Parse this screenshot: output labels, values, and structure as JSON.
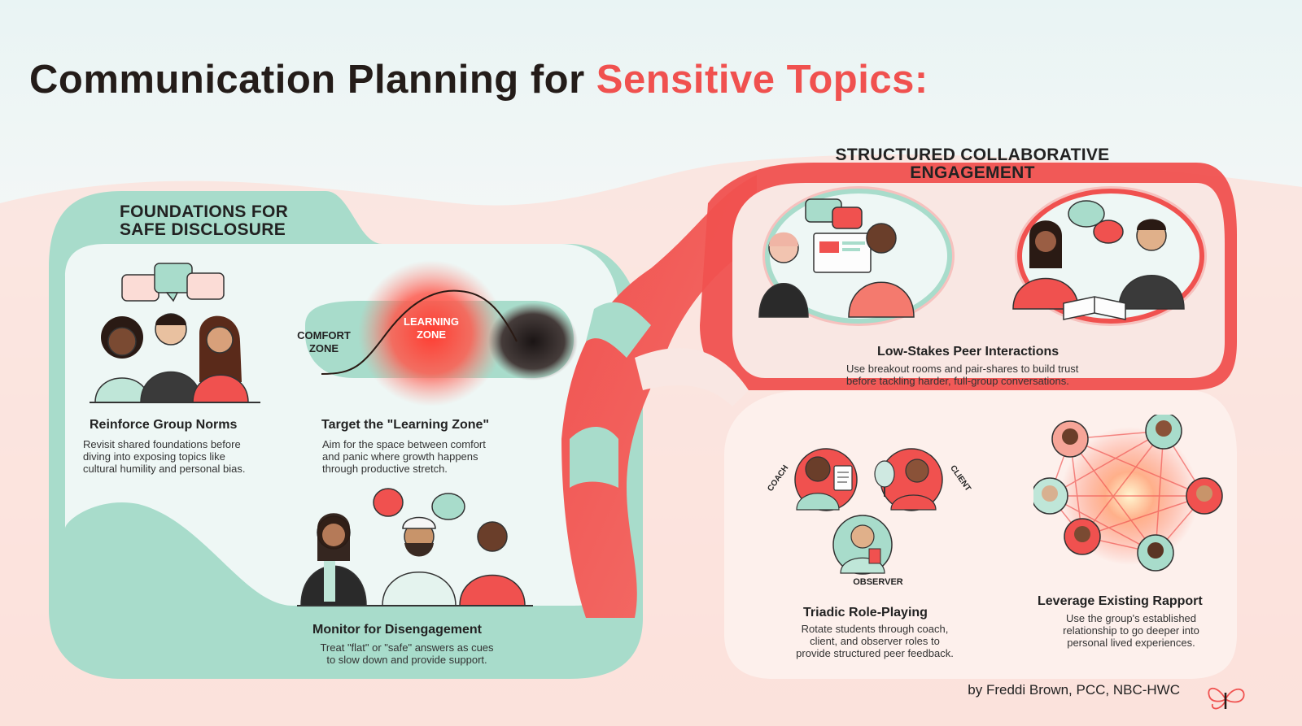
{
  "title": {
    "part1": "Communication Planning for",
    "part2": "Sensitive Topics:"
  },
  "left_section": {
    "heading_line1": "FOUNDATIONS FOR",
    "heading_line2": "SAFE DISCLOSURE",
    "cards": {
      "norms": {
        "title": "Reinforce Group Norms",
        "desc_lines": [
          "Revisit shared foundations before",
          "diving into exposing topics like",
          "cultural humility and personal bias."
        ]
      },
      "learning_zone": {
        "title": "Target the \"Learning Zone\"",
        "desc_lines": [
          "Aim for the space between comfort",
          "and panic where growth happens",
          "through productive stretch."
        ],
        "comfort_line1": "COMFORT",
        "comfort_line2": "ZONE",
        "learning_line1": "LEARNING",
        "learning_line2": "ZONE"
      },
      "disengagement": {
        "title": "Monitor for Disengagement",
        "desc_lines": [
          "Treat \"flat\" or \"safe\" answers as cues",
          "to slow down and provide support."
        ]
      }
    }
  },
  "right_section": {
    "heading_line1": "STRUCTURED COLLABORATIVE",
    "heading_line2": "ENGAGEMENT",
    "cards": {
      "peer": {
        "title": "Low-Stakes Peer Interactions",
        "desc_lines": [
          "Use breakout rooms and pair-shares to build trust",
          "before tackling harder, full-group conversations."
        ]
      },
      "triadic": {
        "title": "Triadic Role-Playing",
        "desc_lines": [
          "Rotate students through coach,",
          "client, and observer roles to",
          "provide structured peer feedback."
        ],
        "role_coach": "COACH",
        "role_client": "CLIENT",
        "role_observer": "OBSERVER"
      },
      "rapport": {
        "title": "Leverage Existing Rapport",
        "desc_lines": [
          "Use the group's established",
          "relationship to go deeper into",
          "personal lived experiences."
        ]
      }
    }
  },
  "byline": "by Freddi Brown, PCC, NBC-HWC",
  "colors": {
    "accent": "#f0514f",
    "mint": "#a8dccb",
    "dark_text": "#241c19",
    "peach_bg": "#fbe3dd"
  },
  "icons": [
    "speech-bubbles-icon",
    "group-people-icon",
    "learning-zone-curve-icon",
    "conversation-icon",
    "laptop-icon",
    "open-book-icon",
    "clipboard-icon",
    "mirror-icon",
    "network-icon",
    "butterfly-logo-icon"
  ]
}
